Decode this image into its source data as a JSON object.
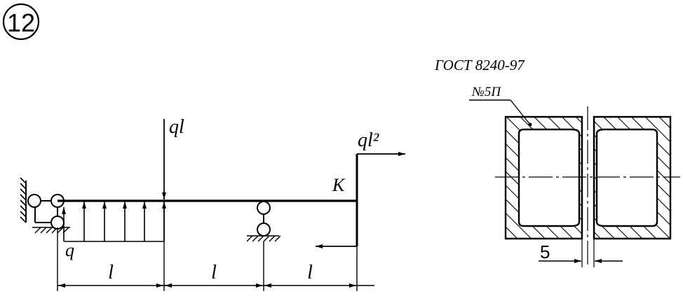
{
  "problem_number": "12",
  "beam": {
    "force_label": "ql",
    "moment_label": "ql²",
    "distributed_load_label": "q",
    "point_label": "K",
    "span_labels": [
      "l",
      "l",
      "l"
    ]
  },
  "section": {
    "standard": "ГОСТ 8240-97",
    "profile": "№5П",
    "gap_dimension": "5"
  }
}
